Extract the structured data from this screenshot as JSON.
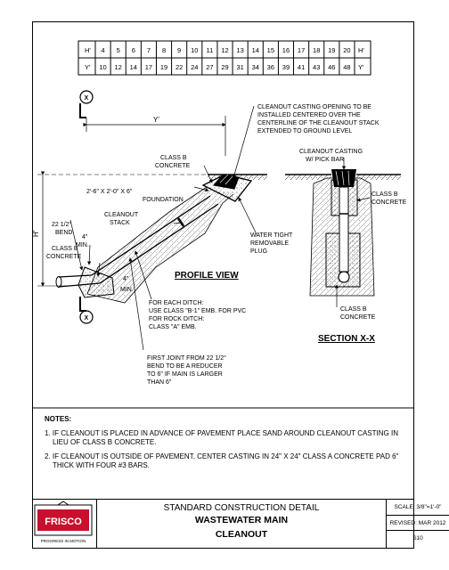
{
  "table": {
    "h_label": "H'",
    "y_label": "Y'",
    "h_values": [
      "4",
      "5",
      "6",
      "7",
      "8",
      "9",
      "10",
      "11",
      "12",
      "13",
      "14",
      "15",
      "16",
      "17",
      "18",
      "19",
      "20"
    ],
    "y_values": [
      "10",
      "12",
      "14",
      "17",
      "19",
      "22",
      "24",
      "27",
      "29",
      "31",
      "34",
      "36",
      "39",
      "41",
      "43",
      "46",
      "48"
    ]
  },
  "profile": {
    "title": "PROFILE VIEW",
    "section_marker": "X",
    "dim_y": "Y'",
    "dim_h": "H'",
    "labels": {
      "cleanout_opening": [
        "CLEANOUT CASTING OPENING TO BE",
        "INSTALLED CENTERED OVER THE",
        "CENTERLINE OF THE CLEANOUT STACK",
        "EXTENDED TO GROUND LEVEL"
      ],
      "class_b_top": [
        "CLASS B",
        "CONCRETE"
      ],
      "foundation": [
        "2'-6\" X 2'-0\" X 6\"",
        "FOUNDATION"
      ],
      "cleanout_stack": [
        "CLEANOUT",
        "STACK"
      ],
      "bend": [
        "22 1/2°",
        "BEND"
      ],
      "four_min_1": [
        "4\"",
        "MIN."
      ],
      "class_b_left": [
        "CLASS B",
        "CONCRETE"
      ],
      "four_min_2": [
        "4\"",
        "MIN."
      ],
      "watertight": [
        "WATER TIGHT",
        "REMOVABLE",
        "PLUG"
      ],
      "ditch": [
        "FOR EACH DITCH:",
        "USE CLASS \"B-1\" EMB. FOR PVC",
        "FOR ROCK DITCH:",
        "CLASS \"A\" EMB."
      ],
      "first_joint": [
        "FIRST JOINT FROM 22 1/2°",
        "BEND TO BE A REDUCER",
        "TO 6\" IF MAIN IS LARGER",
        "THAN 6\""
      ]
    }
  },
  "section": {
    "title": "SECTION X-X",
    "casting": [
      "CLEANOUT CASTING",
      "W/ PICK BAR"
    ],
    "class_b_right": [
      "CLASS B",
      "CONCRETE"
    ],
    "class_b_bottom": [
      "CLASS B",
      "CONCRETE"
    ]
  },
  "notes": {
    "header": "NOTES:",
    "items": [
      "1. IF CLEANOUT IS PLACED IN ADVANCE OF PAVEMENT PLACE SAND AROUND CLEANOUT CASTING IN LIEU OF CLASS B CONCRETE.",
      "2. IF CLEANOUT IS OUTSIDE OF PAVEMENT, CENTER CASTING IN 24\" X 24\" CLASS A CONCRETE PAD 6\" THICK WITH FOUR #3 BARS."
    ]
  },
  "title_block": {
    "logo_text": "FRISCO",
    "logo_tagline": "PROGRESS IN MOTION",
    "line1": "STANDARD CONSTRUCTION DETAIL",
    "line2": "WASTEWATER MAIN",
    "line3": "CLEANOUT",
    "scale": "SCALE: 3/8\"=1'-0\"",
    "revised": "REVISED: MAR 2012",
    "sheet": "S10"
  }
}
